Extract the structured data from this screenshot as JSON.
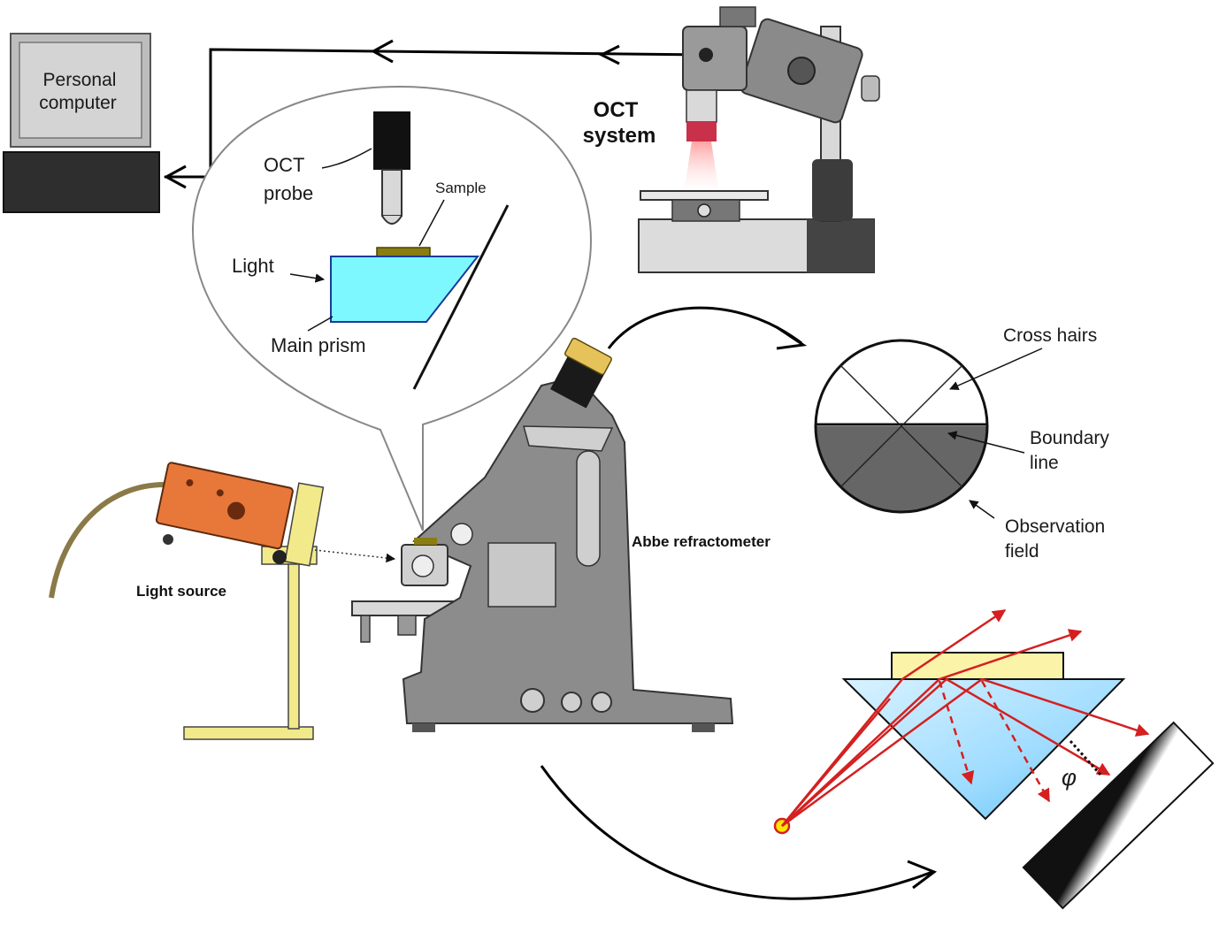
{
  "labels": {
    "pc_line1": "Personal",
    "pc_line2": "computer",
    "oct_probe_line1": "OCT",
    "oct_probe_line2": "probe",
    "sample": "Sample",
    "light": "Light",
    "main_prism": "Main prism",
    "oct_system_line1": "OCT",
    "oct_system_line2": "system",
    "cross_hairs": "Cross hairs",
    "boundary_line1": "Boundary",
    "boundary_line2": "line",
    "observation_line1": "Observation",
    "observation_line2": "field",
    "abbe": "Abbe refractometer",
    "light_source": "Light source",
    "phi": "φ"
  },
  "colors": {
    "prism_blue": "#7ef8ff",
    "sample_olive": "#8a7d12",
    "instrument_gray": "#8c8c8c",
    "light_source_orange": "#e8783a",
    "stand_yellow": "#f2ea8a",
    "ray_red": "#d42020",
    "point_source_yellow": "#ffe600"
  },
  "icons": {
    "flow_arrow": "arrow-right",
    "point_source": "circle-dot"
  }
}
